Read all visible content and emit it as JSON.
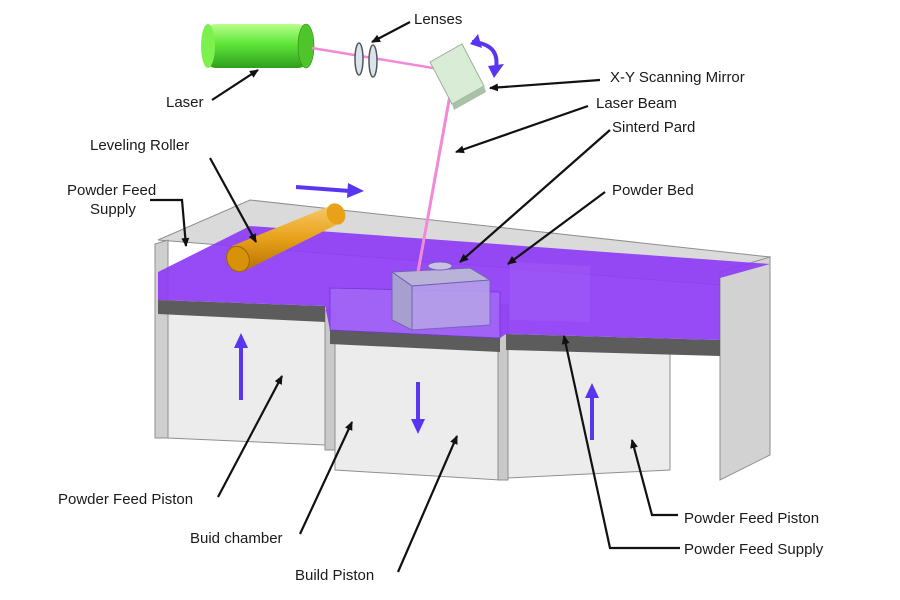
{
  "labels": {
    "lenses": "Lenses",
    "laser": "Laser",
    "mirror": "X-Y Scanning Mirror",
    "laser_beam": "Laser Beam",
    "sintered_part": "Sinterd Pard",
    "leveling_roller": "Leveling Roller",
    "powder_feed_supply_left_1": "Powder Feed",
    "powder_feed_supply_left_2": "Supply",
    "powder_bed": "Powder Bed",
    "powder_feed_piston_left": "Powder Feed Piston",
    "build_chamber": "Buid chamber",
    "build_piston": "Build Piston",
    "powder_feed_piston_right": "Powder Feed Piston",
    "powder_feed_supply_right": "Powder Feed Supply"
  },
  "colors": {
    "laser_body": "#5fe63a",
    "laser_beam": "#f08ad8",
    "powder": "#8d3cf5",
    "arrow_motion": "#5a35f0",
    "roller": "#e8a21a",
    "wall": "#e3e3e3",
    "piston": "#707070",
    "mirror": "#d8ecd6"
  }
}
